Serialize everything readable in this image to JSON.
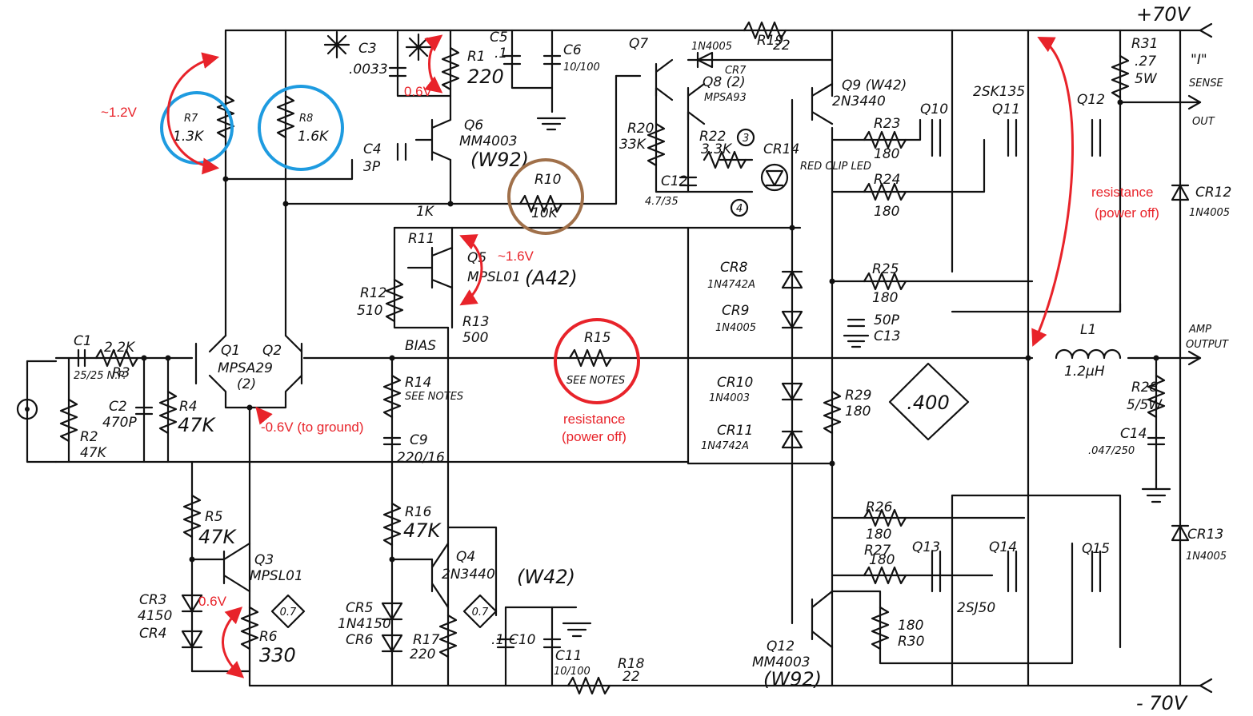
{
  "colors": {
    "ink": "#111111",
    "annotation": "#e8232a",
    "circle_blue": "#1e9be0",
    "circle_brown": "#a0704a",
    "circle_red": "#e8232a"
  },
  "rails": {
    "positive": "+70V",
    "negative": "- 70V"
  },
  "terminals": {
    "sense": "\"I\"",
    "sense_label": "SENSE",
    "out": "OUT",
    "amp": "AMP",
    "output": "OUTPUT"
  },
  "components": {
    "R7": {
      "name": "R7",
      "value": "1.3K"
    },
    "R8": {
      "name": "R8",
      "value": "1.6K"
    },
    "C3": {
      "name": "C3",
      "value": ".0033"
    },
    "R1": {
      "name": "R1",
      "value": "220"
    },
    "C5": {
      "name": "C5",
      "value": ".1"
    },
    "C6": {
      "name": "C6",
      "value": "10/100"
    },
    "Q7": {
      "name": "Q7"
    },
    "CR7": {
      "name": "CR7",
      "part": "1N4005"
    },
    "R19": {
      "name": "R19",
      "value": "22"
    },
    "Q8": {
      "name": "Q8 (2)",
      "part": "MPSA93"
    },
    "Q9": {
      "name": "Q9 (W42)",
      "part": "2N3440"
    },
    "R31": {
      "name": "R31",
      "value": ".27",
      "power": "5W"
    },
    "C4": {
      "name": "C4",
      "value": "3P"
    },
    "Q6": {
      "name": "Q6",
      "part": "MM4003",
      "code": "(W92)"
    },
    "R10": {
      "name": "R10",
      "value": "10K"
    },
    "R20": {
      "name": "R20",
      "value": "33K"
    },
    "R22": {
      "name": "R22",
      "value": "3.3K"
    },
    "C12": {
      "name": "C12",
      "value": "4.7/35"
    },
    "CR14": {
      "name": "CR14",
      "label": "RED CLIP LED"
    },
    "R23": {
      "name": "R23",
      "value": "180"
    },
    "R24": {
      "name": "R24",
      "value": "180"
    },
    "Q10": {
      "name": "Q10"
    },
    "Q11": {
      "name": "Q11",
      "part": "2SK135"
    },
    "Q12t": {
      "name": "Q12"
    },
    "R11": {
      "name": "R11",
      "value": "1K"
    },
    "Q5": {
      "name": "Q5",
      "part": "MPSL01",
      "code": "(A42)"
    },
    "R12": {
      "name": "R12",
      "value": "510"
    },
    "R13": {
      "name": "R13",
      "value": "500",
      "label": "BIAS"
    },
    "CR8": {
      "name": "CR8",
      "part": "1N4742A"
    },
    "CR9": {
      "name": "CR9",
      "part": "1N4005"
    },
    "R25": {
      "name": "R25",
      "value": "180"
    },
    "C13": {
      "name": "C13",
      "value": "50P"
    },
    "CR12": {
      "name": "CR12",
      "part": "1N4005"
    },
    "C1": {
      "name": "C1",
      "value": "25/25 N.P."
    },
    "R3": {
      "name": "R3",
      "value": "2.2K"
    },
    "Q1": {
      "name": "Q1",
      "part": "MPSA29",
      "qty": "(2)"
    },
    "Q2": {
      "name": "Q2"
    },
    "R15": {
      "name": "R15",
      "value": "SEE NOTES"
    },
    "L1": {
      "name": "L1",
      "value": "1.2μH"
    },
    "R2": {
      "name": "R2",
      "value": "47K"
    },
    "C2": {
      "name": "C2",
      "value": "470P"
    },
    "R4": {
      "name": "R4",
      "value": "47K"
    },
    "R14": {
      "name": "R14",
      "value": "SEE NOTES"
    },
    "C9": {
      "name": "C9",
      "value": "220/16"
    },
    "CR10": {
      "name": "CR10",
      "part": "1N4003"
    },
    "CR11": {
      "name": "CR11",
      "part": "1N4742A"
    },
    "R29": {
      "name": "R29",
      "value": "180"
    },
    "R28": {
      "name": "R28",
      "value": "5/5W"
    },
    "C14": {
      "name": "C14",
      "value": ".047/250"
    },
    "R5": {
      "name": "R5",
      "value": "47K"
    },
    "Q3": {
      "name": "Q3",
      "part": "MPSL01"
    },
    "R16": {
      "name": "R16",
      "value": "47K"
    },
    "Q4": {
      "name": "Q4",
      "part": "2N3440",
      "code": "(W42)"
    },
    "R26": {
      "name": "R26",
      "value": "180"
    },
    "R27": {
      "name": "R27",
      "value": "180"
    },
    "Q13": {
      "name": "Q13"
    },
    "Q14": {
      "name": "Q14",
      "part": "2SJ50"
    },
    "Q15": {
      "name": "Q15"
    },
    "CR13": {
      "name": "CR13",
      "part": "1N4005"
    },
    "CR3": {
      "name": "CR3",
      "part": "4150"
    },
    "CR4": {
      "name": "CR4"
    },
    "R6": {
      "name": "R6",
      "value": "330"
    },
    "CR5": {
      "name": "CR5",
      "part": "1N4150"
    },
    "CR6": {
      "name": "CR6"
    },
    "R17": {
      "name": "R17",
      "value": "220"
    },
    "C10": {
      "name": "C10",
      "value": ".1"
    },
    "C11": {
      "name": "C11",
      "value": "10/100"
    },
    "R18": {
      "name": "R18",
      "value": "22"
    },
    "Q12b": {
      "name": "Q12",
      "part": "MM4003",
      "code": "(W92)"
    },
    "R30": {
      "name": "R30",
      "value": "180"
    }
  },
  "test_points": {
    "tp3": "3",
    "tp4": "4"
  },
  "badges": {
    "big": ".400",
    "small_a": "0.7",
    "small_b": "0.7"
  },
  "annotations": {
    "v_r7": "~1.2V",
    "v_r1": "0.6V",
    "v_q5": "~1.6V",
    "v_q1q2": "-0.6V (to ground)",
    "v_q3": "0.6V",
    "res_r15": "resistance",
    "res_r15_sub": "(power off)",
    "res_out": "resistance",
    "res_out_sub": "(power off)"
  }
}
